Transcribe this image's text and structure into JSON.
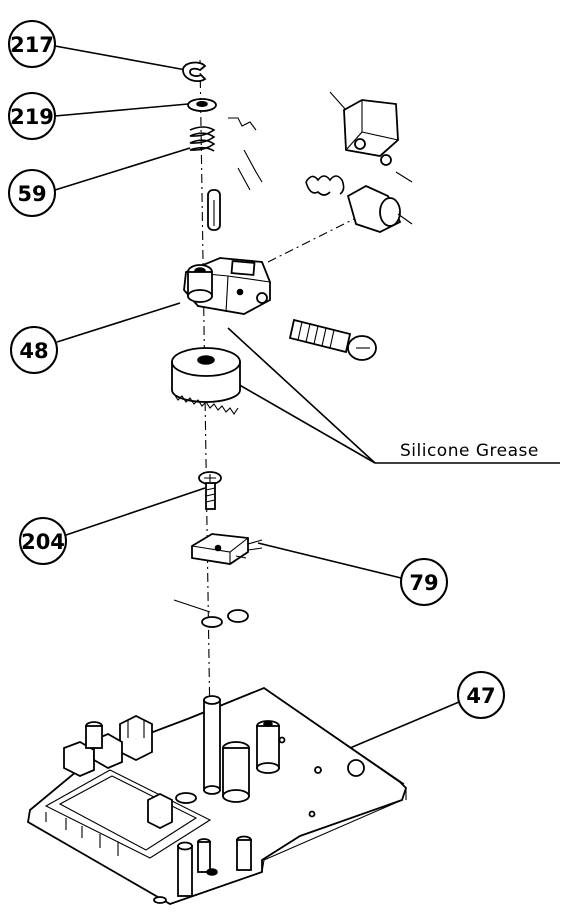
{
  "callouts": {
    "c217": "217",
    "c219": "219",
    "c59": "59",
    "c48": "48",
    "c204": "204",
    "c79": "79",
    "c47": "47"
  },
  "note": "Silicone Grease"
}
